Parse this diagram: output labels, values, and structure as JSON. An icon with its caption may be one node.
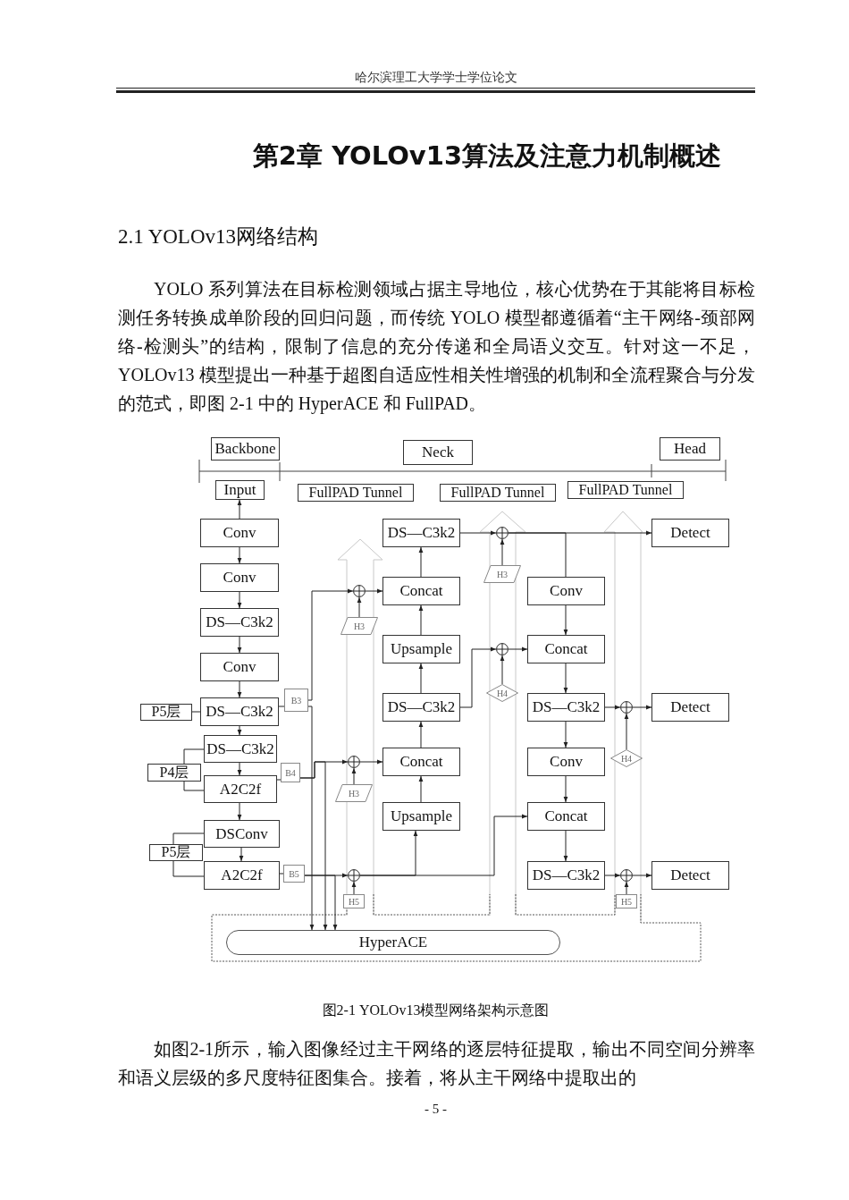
{
  "diagram": {
    "title": "第2章 YOLOv13算法及注意力机制概述",
    "caption": "图2-1 YOLOv13模型网络架构示意图",
    "nodes": [
      {
        "text": [
          "Backbone"
        ]
      },
      {
        "text": [
          "Neck"
        ]
      },
      {
        "text": [
          "Head"
        ]
      },
      {
        "text": [
          "Input"
        ]
      },
      {
        "text": [
          "FullPAD Tunnel"
        ]
      },
      {
        "text": [
          "FullPAD Tunnel"
        ]
      },
      {
        "text": [
          "FullPAD Tunnel"
        ]
      },
      {
        "text": [
          "Conv"
        ]
      },
      {
        "text": [
          "Conv"
        ]
      },
      {
        "text": [
          "DS—C3k2"
        ]
      },
      {
        "text": [
          "Conv"
        ]
      },
      {
        "text": [
          "DS—C3k2"
        ]
      },
      {
        "text": [
          "DS—C3k2"
        ]
      },
      {
        "text": [
          "A2C2f"
        ]
      },
      {
        "text": [
          "DSConv"
        ]
      },
      {
        "text": [
          "A2C2f"
        ]
      },
      {
        "text": [
          "P5层"
        ]
      },
      {
        "text": [
          "P4层"
        ]
      },
      {
        "text": [
          "P5层"
        ]
      },
      {
        "text": [
          "B3"
        ]
      },
      {
        "text": [
          "B4"
        ]
      },
      {
        "text": [
          "B5"
        ]
      },
      {
        "text": [
          "DS—C3k2"
        ]
      },
      {
        "text": [
          "Concat"
        ]
      },
      {
        "text": [
          "Upsample"
        ]
      },
      {
        "text": [
          "DS—C3k2"
        ]
      },
      {
        "text": [
          "Concat"
        ]
      },
      {
        "text": [
          "Upsample"
        ]
      },
      {
        "text": [
          "Conv"
        ]
      },
      {
        "text": [
          "Concat"
        ]
      },
      {
        "text": [
          "DS—C3k2"
        ]
      },
      {
        "text": [
          "Conv"
        ]
      },
      {
        "text": [
          "Concat"
        ]
      },
      {
        "text": [
          "DS—C3k2"
        ]
      },
      {
        "text": [
          "Detect"
        ]
      },
      {
        "text": [
          "Detect"
        ]
      },
      {
        "text": [
          "Detect"
        ]
      },
      {
        "text": [],
        "shape": "circle"
      },
      {
        "text": [],
        "shape": "circle"
      },
      {
        "text": [],
        "shape": "circle"
      },
      {
        "text": [],
        "shape": "circle"
      },
      {
        "text": [],
        "shape": "circle"
      },
      {
        "text": [],
        "shape": "circle"
      },
      {
        "text": [],
        "shape": "circle"
      },
      {
        "text": [
          "H3"
        ]
      },
      {
        "text": [
          "H3"
        ]
      },
      {
        "text": [
          "H5"
        ]
      },
      {
        "text": [
          "H3"
        ]
      },
      {
        "text": [
          "H4"
        ]
      },
      {
        "text": [
          "H4"
        ]
      },
      {
        "text": [
          "H5"
        ]
      },
      {
        "text": [
          "HyperACE"
        ]
      }
    ],
    "edges": [
      {
        "from": 7,
        "to": 3,
        "arrow": "to"
      },
      {
        "from": 7,
        "to": 8,
        "arrow": "to"
      },
      {
        "from": 8,
        "to": 9,
        "arrow": "to"
      },
      {
        "from": 9,
        "to": 10,
        "arrow": "to"
      },
      {
        "from": 10,
        "to": 11,
        "arrow": "to"
      },
      {
        "from": 11,
        "to": 12,
        "arrow": "to"
      },
      {
        "from": 12,
        "to": 13,
        "arrow": "to"
      },
      {
        "from": 13,
        "to": 14,
        "arrow": "to"
      },
      {
        "from": 14,
        "to": 15,
        "arrow": "to"
      },
      {
        "from": 16,
        "to": 11,
        "arrow": "none"
      },
      {
        "from": 17,
        "to": 12,
        "arrow": "none"
      },
      {
        "from": 17,
        "to": 13,
        "arrow": "none"
      },
      {
        "from": 18,
        "to": 14,
        "arrow": "none"
      },
      {
        "from": 18,
        "to": 15,
        "arrow": "none"
      },
      {
        "from": 11,
        "to": 19,
        "arrow": "none"
      },
      {
        "from": 19,
        "to": 37,
        "arrow": "to"
      },
      {
        "from": 19,
        "to": 51,
        "arrow": "to"
      },
      {
        "from": 13,
        "to": 20,
        "arrow": "none"
      },
      {
        "from": 20,
        "to": 38,
        "arrow": "to"
      },
      {
        "from": 20,
        "to": 51,
        "arrow": "to"
      },
      {
        "from": 15,
        "to": 21,
        "arrow": "none"
      },
      {
        "from": 21,
        "to": 39,
        "arrow": "to"
      },
      {
        "from": 21,
        "to": 51,
        "arrow": "to"
      },
      {
        "from": 44,
        "to": 37,
        "arrow": "to"
      },
      {
        "from": 45,
        "to": 38,
        "arrow": "to"
      },
      {
        "from": 46,
        "to": 39,
        "arrow": "to"
      },
      {
        "from": 37,
        "to": 23,
        "arrow": "to"
      },
      {
        "from": 38,
        "to": 26,
        "arrow": "to"
      },
      {
        "from": 39,
        "to": 27,
        "arrow": "to"
      },
      {
        "from": 39,
        "to": 32,
        "arrow": "to"
      },
      {
        "from": 27,
        "to": 26,
        "arrow": "to"
      },
      {
        "from": 26,
        "to": 25,
        "arrow": "to"
      },
      {
        "from": 25,
        "to": 24,
        "arrow": "to"
      },
      {
        "from": 24,
        "to": 23,
        "arrow": "to"
      },
      {
        "from": 23,
        "to": 22,
        "arrow": "to"
      },
      {
        "from": 22,
        "to": 40,
        "arrow": "to"
      },
      {
        "from": 47,
        "to": 40,
        "arrow": "to"
      },
      {
        "from": 40,
        "to": 34,
        "arrow": "to"
      },
      {
        "from": 40,
        "to": 28,
        "arrow": "none"
      },
      {
        "from": 25,
        "to": 41,
        "arrow": "to"
      },
      {
        "from": 48,
        "to": 41,
        "arrow": "to"
      },
      {
        "from": 41,
        "to": 29,
        "arrow": "to"
      },
      {
        "from": 28,
        "to": 29,
        "arrow": "to"
      },
      {
        "from": 29,
        "to": 30,
        "arrow": "to"
      },
      {
        "from": 30,
        "to": 42,
        "arrow": "to"
      },
      {
        "from": 49,
        "to": 42,
        "arrow": "to"
      },
      {
        "from": 42,
        "to": 35,
        "arrow": "to"
      },
      {
        "from": 30,
        "to": 31,
        "arrow": "to"
      },
      {
        "from": 31,
        "to": 32,
        "arrow": "to"
      },
      {
        "from": 32,
        "to": 33,
        "arrow": "to"
      },
      {
        "from": 33,
        "to": 43,
        "arrow": "to"
      },
      {
        "from": 50,
        "to": 43,
        "arrow": "to"
      },
      {
        "from": 43,
        "to": 36,
        "arrow": "to"
      }
    ],
    "labels": [
      "哈尔滨理工大学学士学位论文",
      "2.1 YOLOv13网络结构",
      "YOLO 系列算法在目标检测领域占据主导地位，核心优势在于其能将目标检测任务转换成单阶段的回归问题，而传统 YOLO 模型都遵循着“主干网络-颈部网络-检测头”的结构，限制了信息的充分传递和全局语义交互。针对这一不足，YOLOv13 模型提出一种基于超图自适应性相关性增强的机制和全流程聚合与分发的范式，即图 2-1 中的 HyperACE 和 FullPAD。",
      "如图2-1所示，输入图像经过主干网络的逐层特征提取，输出不同空间分辨率和语义层级的多尺度特征图集合。接着，将从主干网络中提取出的",
      "- 5 -"
    ]
  }
}
